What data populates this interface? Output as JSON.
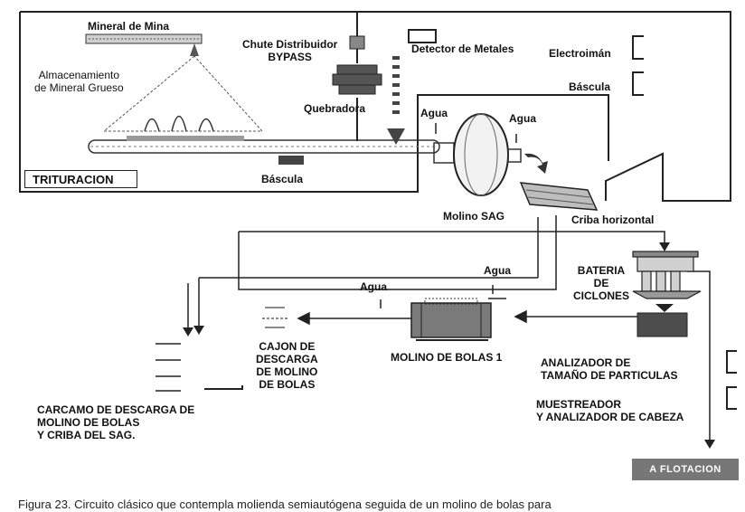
{
  "labels": {
    "mineral_de_mina": "Mineral de Mina",
    "chute": "Chute Distribuidor\nBYPASS",
    "detector": "Detector de Metales",
    "electroiman": "Electroimán",
    "bascula_top": "Báscula",
    "almacenamiento": "Almacenamiento\nde Mineral Grueso",
    "quebradora": "Quebradora",
    "agua1": "Agua",
    "agua2": "Agua",
    "trituracion": "TRITURACION",
    "bascula_bottom": "Báscula",
    "molino_sag": "Molino SAG",
    "criba": "Criba horizontal",
    "agua3": "Agua",
    "bateria": "BATERIA\nDE\nCICLONES",
    "agua4": "Agua",
    "cajon": "CAJON DE\nDESCARGA\nDE MOLINO\nDE BOLAS",
    "molino_bolas": "MOLINO DE BOLAS 1",
    "analizador": "ANALIZADOR DE\nTAMAÑO DE PARTICULAS",
    "carcamo": "CARCAMO DE DESCARGA DE\nMOLINO DE BOLAS\nY CRIBA DEL SAG.",
    "muestreador": "MUESTREADOR\nY ANALIZADOR DE CABEZA",
    "flotacion": "A FLOTACION"
  },
  "caption": "Figura 23.  Circuito clásico que contempla molienda semiautógena seguida de un molino de bolas para"
}
